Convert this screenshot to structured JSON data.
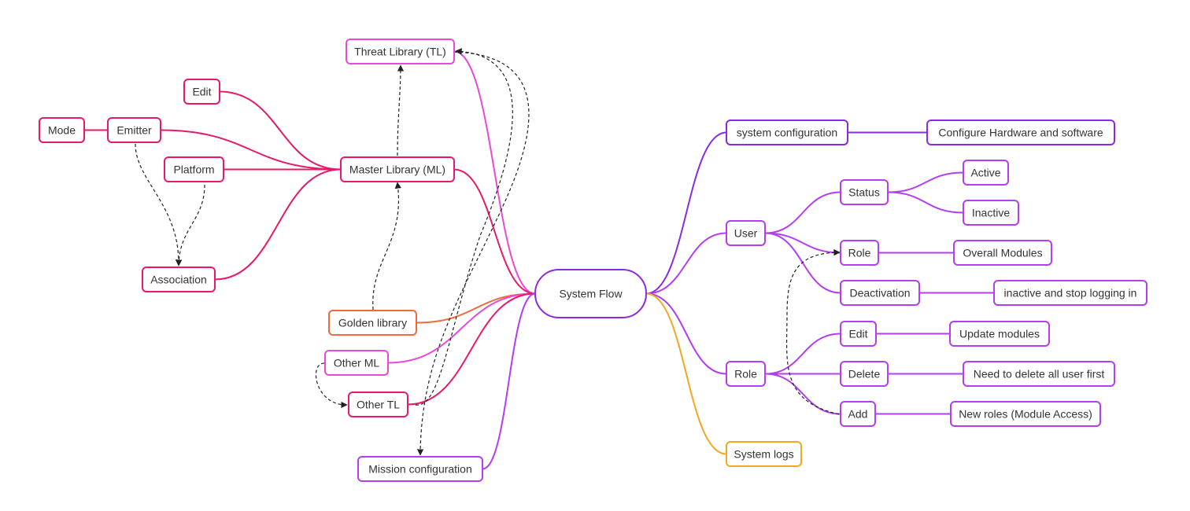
{
  "colors": {
    "pink": "#e6196b",
    "magenta": "#e84ad7",
    "orange": "#f06a3b",
    "violet": "#b33df0",
    "indigo": "#8a2be2",
    "amber": "#f5a623",
    "dashed": "#222222"
  },
  "nodes": {
    "center": {
      "label": "System Flow",
      "color": "indigo"
    },
    "threat_library": {
      "label": "Threat Library (TL)",
      "color": "magenta"
    },
    "edit_left": {
      "label": "Edit",
      "color": "pink"
    },
    "mode": {
      "label": "Mode",
      "color": "pink"
    },
    "emitter": {
      "label": "Emitter",
      "color": "pink"
    },
    "platform": {
      "label": "Platform",
      "color": "pink"
    },
    "master_library": {
      "label": "Master Library (ML)",
      "color": "pink"
    },
    "association": {
      "label": "Association",
      "color": "pink"
    },
    "golden_library": {
      "label": "Golden library",
      "color": "orange"
    },
    "other_ml": {
      "label": "Other ML",
      "color": "magenta"
    },
    "other_tl": {
      "label": "Other TL",
      "color": "pink"
    },
    "mission_configuration": {
      "label": "Mission configuration",
      "color": "violet"
    },
    "system_configuration": {
      "label": "system configuration",
      "color": "indigo"
    },
    "configure_hw_sw": {
      "label": "Configure Hardware and software",
      "color": "indigo"
    },
    "user": {
      "label": "User",
      "color": "violet"
    },
    "status": {
      "label": "Status",
      "color": "violet"
    },
    "active": {
      "label": "Active",
      "color": "violet"
    },
    "inactive": {
      "label": "Inactive",
      "color": "violet"
    },
    "role_user": {
      "label": "Role",
      "color": "violet"
    },
    "overall_modules": {
      "label": "Overall Modules",
      "color": "violet"
    },
    "deactivation": {
      "label": "Deactivation",
      "color": "violet"
    },
    "inactive_stop_login": {
      "label": "inactive and stop logging in",
      "color": "violet"
    },
    "role": {
      "label": "Role",
      "color": "violet"
    },
    "edit_right": {
      "label": "Edit",
      "color": "violet"
    },
    "update_modules": {
      "label": "Update modules",
      "color": "violet"
    },
    "delete": {
      "label": "Delete",
      "color": "violet"
    },
    "delete_users_first": {
      "label": "Need to delete all user first",
      "color": "violet"
    },
    "add": {
      "label": "Add",
      "color": "violet"
    },
    "new_roles": {
      "label": "New roles (Module Access)",
      "color": "violet"
    },
    "system_logs": {
      "label": "System logs",
      "color": "amber"
    }
  },
  "edges": [
    {
      "from": "center",
      "to": "threat_library",
      "color": "magenta"
    },
    {
      "from": "center",
      "to": "master_library",
      "color": "pink"
    },
    {
      "from": "center",
      "to": "golden_library",
      "color": "orange"
    },
    {
      "from": "center",
      "to": "other_ml",
      "color": "magenta"
    },
    {
      "from": "center",
      "to": "other_tl",
      "color": "pink"
    },
    {
      "from": "center",
      "to": "mission_configuration",
      "color": "violet"
    },
    {
      "from": "master_library",
      "to": "edit_left",
      "color": "pink"
    },
    {
      "from": "master_library",
      "to": "emitter",
      "color": "pink"
    },
    {
      "from": "master_library",
      "to": "platform",
      "color": "pink"
    },
    {
      "from": "master_library",
      "to": "association",
      "color": "pink"
    },
    {
      "from": "emitter",
      "to": "mode",
      "color": "pink"
    },
    {
      "from": "center",
      "to": "system_configuration",
      "color": "indigo"
    },
    {
      "from": "center",
      "to": "user",
      "color": "violet"
    },
    {
      "from": "center",
      "to": "role",
      "color": "violet"
    },
    {
      "from": "center",
      "to": "system_logs",
      "color": "amber"
    },
    {
      "from": "system_configuration",
      "to": "configure_hw_sw",
      "color": "indigo"
    },
    {
      "from": "user",
      "to": "status",
      "color": "violet"
    },
    {
      "from": "user",
      "to": "role_user",
      "color": "violet"
    },
    {
      "from": "user",
      "to": "deactivation",
      "color": "violet"
    },
    {
      "from": "status",
      "to": "active",
      "color": "violet"
    },
    {
      "from": "status",
      "to": "inactive",
      "color": "violet"
    },
    {
      "from": "role_user",
      "to": "overall_modules",
      "color": "violet"
    },
    {
      "from": "deactivation",
      "to": "inactive_stop_login",
      "color": "violet"
    },
    {
      "from": "role",
      "to": "edit_right",
      "color": "violet"
    },
    {
      "from": "role",
      "to": "delete",
      "color": "violet"
    },
    {
      "from": "role",
      "to": "add",
      "color": "violet"
    },
    {
      "from": "edit_right",
      "to": "update_modules",
      "color": "violet"
    },
    {
      "from": "delete",
      "to": "delete_users_first",
      "color": "violet"
    },
    {
      "from": "add",
      "to": "new_roles",
      "color": "violet"
    }
  ],
  "dashed_links": [
    {
      "from": "master_library",
      "to": "threat_library"
    },
    {
      "from": "golden_library",
      "to": "master_library"
    },
    {
      "from": "emitter",
      "to": "association"
    },
    {
      "from": "platform",
      "to": "association"
    },
    {
      "from": "other_ml",
      "to": "other_tl"
    },
    {
      "from": "other_tl",
      "to": "threat_library"
    },
    {
      "from": "threat_library",
      "to": "mission_configuration"
    },
    {
      "from": "add",
      "to": "role_user"
    }
  ]
}
